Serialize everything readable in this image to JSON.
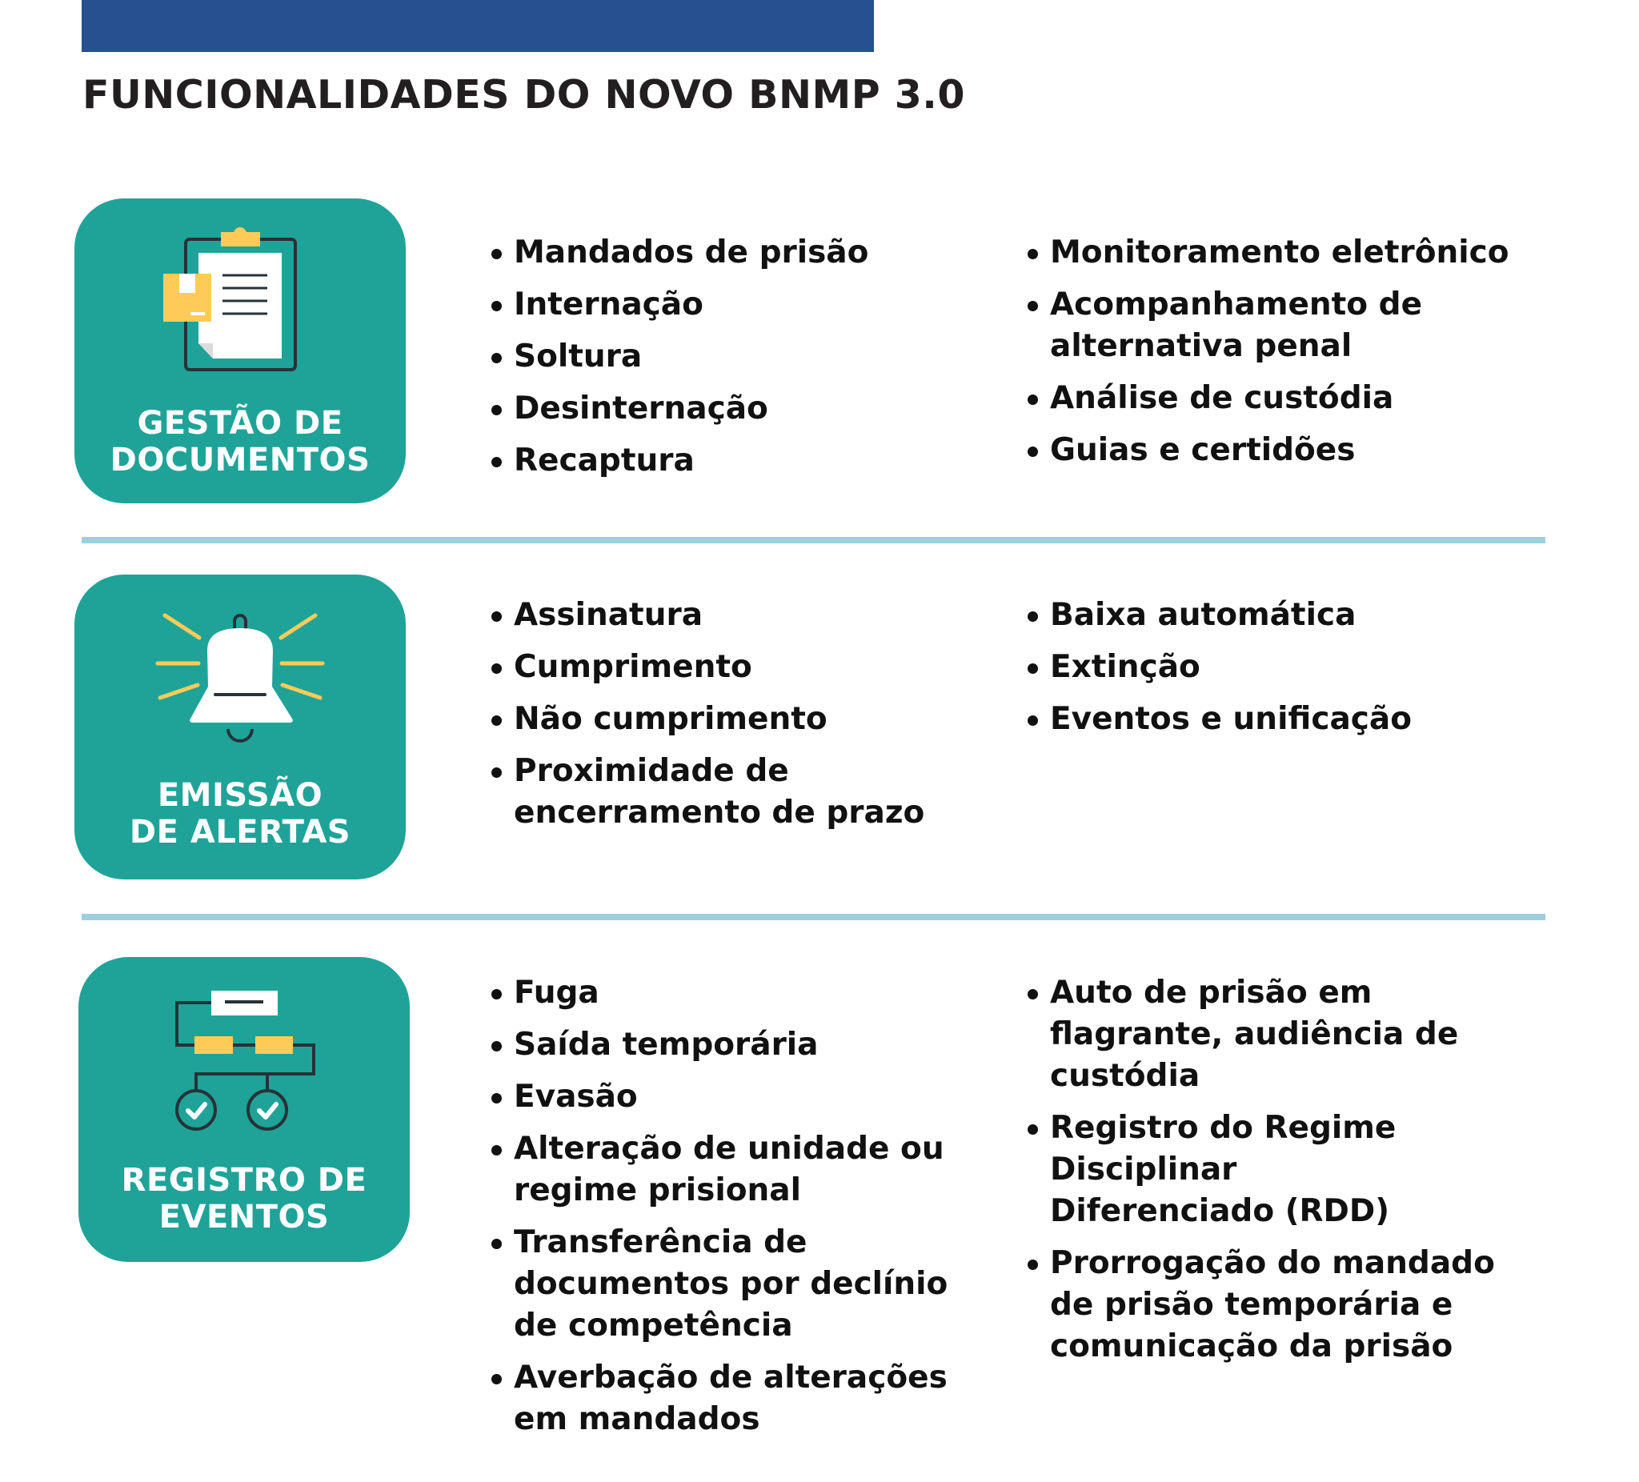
{
  "header": {
    "title": "FUNCIONALIDADES DO NOVO BNMP 3.0",
    "bar_color": "#26508f"
  },
  "colors": {
    "category_box": "#1fa398",
    "divider": "#9ecfdd",
    "icon_yellow": "#fecb58",
    "icon_dark": "#263238",
    "text": "#111111"
  },
  "sections": [
    {
      "category": {
        "line1": "GESTÃO DE",
        "line2": "DOCUMENTOS",
        "icon": "clipboard-document-icon"
      },
      "col1": [
        "Mandados de prisão",
        "Internação",
        "Soltura",
        "Desinternação",
        "Recaptura"
      ],
      "col2": [
        "Monitoramento eletrônico",
        "Acompanhamento de alternativa penal",
        "Análise de custódia",
        "Guias e certidões"
      ]
    },
    {
      "category": {
        "line1": "EMISSÃO",
        "line2": "DE ALERTAS",
        "icon": "bell-alert-icon"
      },
      "col1": [
        "Assinatura",
        "Cumprimento",
        "Não cumprimento",
        "Proximidade de encerramento de prazo"
      ],
      "col2": [
        "Baixa automática",
        "Extinção",
        "Eventos e unificação"
      ]
    },
    {
      "category": {
        "line1": "REGISTRO DE",
        "line2": "EVENTOS",
        "icon": "flowchart-check-icon"
      },
      "col1": [
        "Fuga",
        "Saída temporária",
        "Evasão",
        "Alteração de unidade ou regime prisional",
        "Transferência de documentos por declínio de competência",
        "Averbação de alterações em mandados"
      ],
      "col2": [
        "Auto de prisão em flagrante, audiência de custódia",
        "Registro do Regime Disciplinar Diferenciado (RDD)",
        "Prorrogação do mandado de prisão temporária e comunicação da prisão"
      ]
    }
  ]
}
